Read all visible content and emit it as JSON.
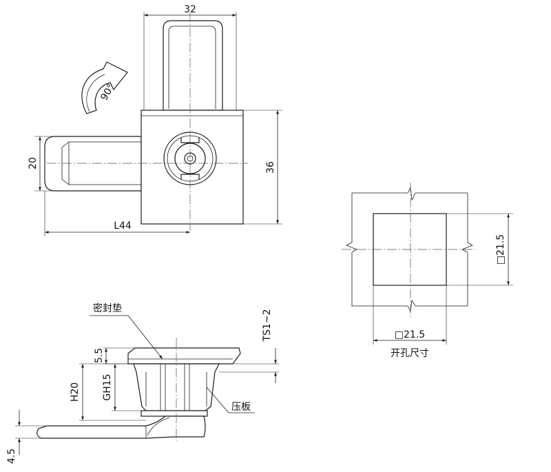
{
  "front_view": {
    "dim_top": "32",
    "dim_left": "20",
    "dim_right": "36",
    "dim_bottom": "L44",
    "rotation": "90°"
  },
  "side_view": {
    "label_gasket": "密封垫",
    "label_clamp": "压板",
    "dim_ts": "TS1~2",
    "dim_55": "5.5",
    "dim_h20": "H20",
    "dim_gh15": "GH15",
    "dim_45": "4.5"
  },
  "cutout_view": {
    "dim_vertical": "□21.5",
    "dim_horizontal": "□21.5",
    "caption": "开孔尺寸"
  }
}
